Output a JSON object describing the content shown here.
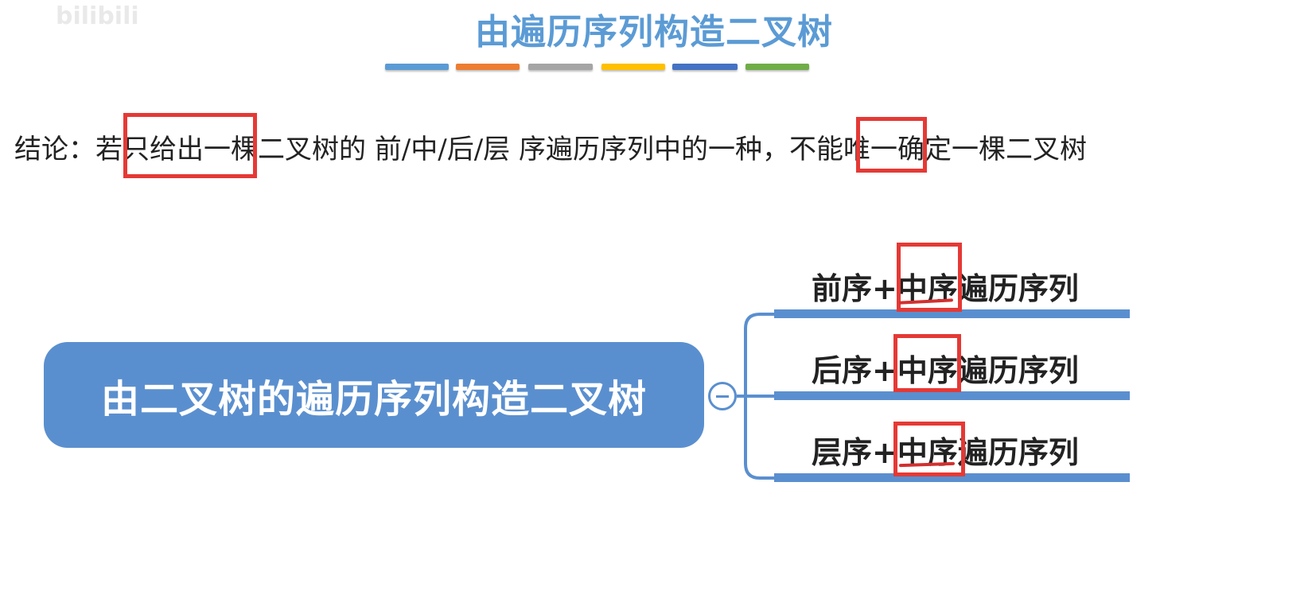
{
  "watermark": {
    "text": "bilibili"
  },
  "title": "由遍历序列构造二叉树",
  "color_bar": {
    "colors": [
      "#5b9bd5",
      "#ed7d31",
      "#a5a5a5",
      "#ffc000",
      "#4472c4",
      "#70ad47"
    ]
  },
  "conclusion": {
    "prefix": "结论：若",
    "highlight1": "只给出一",
    "middle": "棵二叉树的 前/中/后/层 序遍历序列中的一种，",
    "highlight2": "不能",
    "suffix": "唯一确定一棵二叉树"
  },
  "mindmap": {
    "root": "由二叉树的遍历序列构造二叉树",
    "branches": [
      {
        "prefix": "前序+",
        "key": "中序",
        "suffix": "遍历序列"
      },
      {
        "prefix": "后序+",
        "key": "中序",
        "suffix": "遍历序列"
      },
      {
        "prefix": "层序+",
        "key": "中序",
        "suffix": "遍历序列"
      }
    ]
  }
}
